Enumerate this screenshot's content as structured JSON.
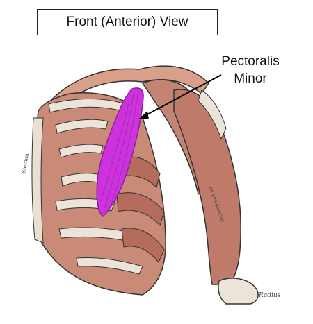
{
  "title": "Front (Anterior) View",
  "callout": {
    "line1": "Pectoralis",
    "line2": "Minor"
  },
  "small_labels": {
    "sternum": "Sternum",
    "radius": "Radius",
    "biceps": "BICEPS BRACHII"
  },
  "colors": {
    "highlight": "#cc33dd",
    "muscle": "#b56c5c",
    "bone": "#e9dfd2",
    "outline": "#333333"
  }
}
